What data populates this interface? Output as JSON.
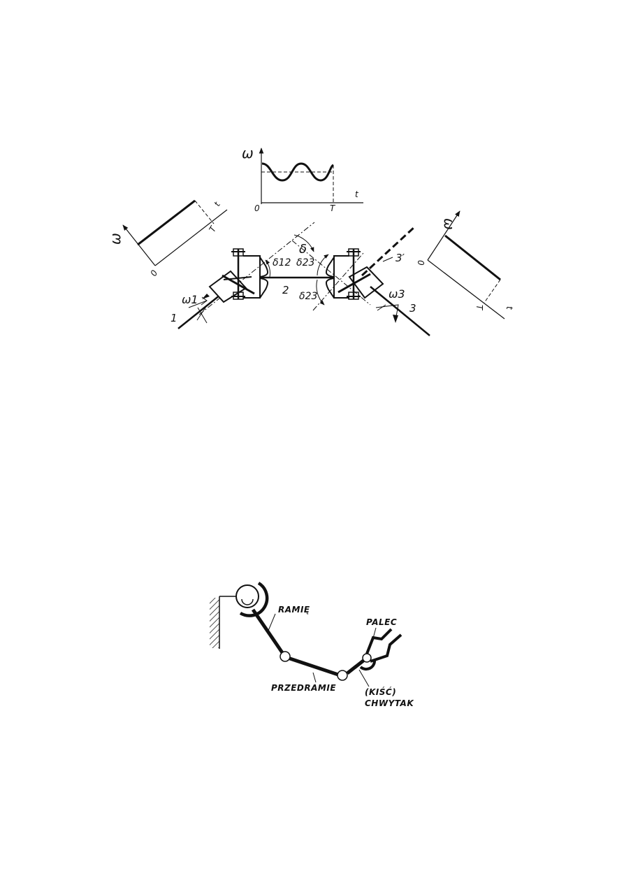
{
  "figure1": {
    "top_graph": {
      "omega": "ω",
      "t": "t",
      "origin": "0",
      "period": "T"
    },
    "left_graph": {
      "omega": "ω",
      "t": "t",
      "origin": "0",
      "period": "T"
    },
    "right_graph": {
      "omega": "ω",
      "t": "t",
      "origin": "0",
      "period": "T"
    },
    "labels": {
      "delta": "δ",
      "delta12": "δ12",
      "delta23_upper": "δ23",
      "delta23_lower": "δ23",
      "shaft1": "1",
      "shaft2": "2",
      "shaft3": "3",
      "shaft3_prime": "3′",
      "omega1": "ω1",
      "omega3": "ω3"
    }
  },
  "figure2": {
    "ramie": "RAMIĘ",
    "przedramie": "PRZEDRAMIE",
    "palec": "PALEC",
    "kisc": "(KIŚĆ)",
    "chwytak": "CHWYTAK"
  }
}
